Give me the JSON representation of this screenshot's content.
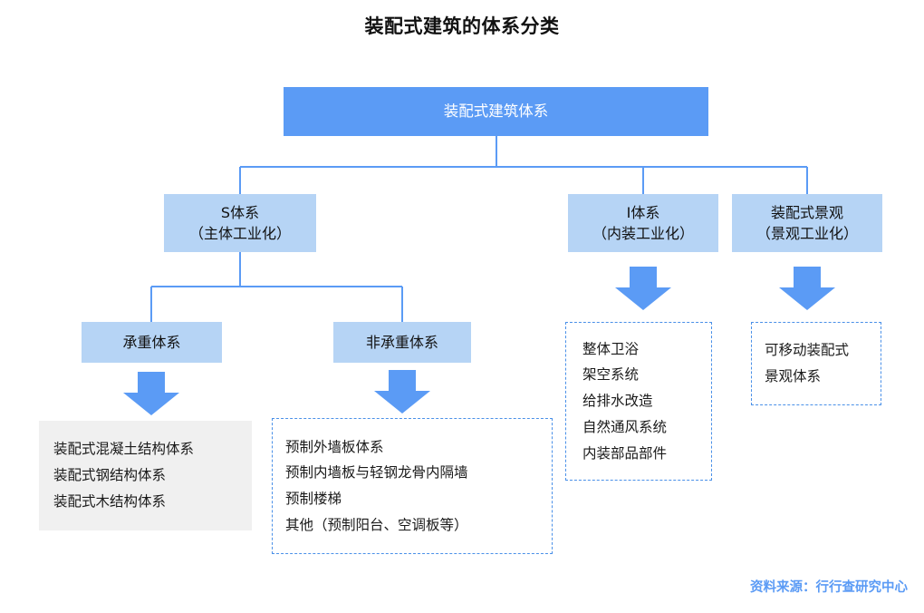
{
  "title": "装配式建筑的体系分类",
  "root": {
    "label": "装配式建筑体系",
    "color": "#5b9bf5",
    "text_color": "#ffffff"
  },
  "branches": [
    {
      "id": "s-system",
      "line1": "S体系",
      "line2": "（主体工业化）",
      "color": "#b6d4f5"
    },
    {
      "id": "i-system",
      "line1": "I体系",
      "line2": "（内装工业化）",
      "color": "#b6d4f5"
    },
    {
      "id": "landscape",
      "line1": "装配式景观",
      "line2": "（景观工业化）",
      "color": "#b6d4f5"
    }
  ],
  "sub_branches": [
    {
      "id": "bearing",
      "label": "承重体系",
      "color": "#b6d4f5"
    },
    {
      "id": "non-bearing",
      "label": "非承重体系",
      "color": "#b6d4f5"
    }
  ],
  "leaves": {
    "bearing": {
      "style": "solid-gray",
      "bg": "#f0f0f0",
      "items": [
        "装配式混凝土结构体系",
        "装配式钢结构体系",
        "装配式木结构体系"
      ]
    },
    "non_bearing": {
      "style": "dashed-blue",
      "border": "#4a90e8",
      "items": [
        "预制外墙板体系",
        "预制内墙板与轻钢龙骨内隔墙",
        "预制楼梯",
        "其他（预制阳台、空调板等）"
      ]
    },
    "interior": {
      "style": "dashed-blue",
      "border": "#4a90e8",
      "items": [
        "整体卫浴",
        "架空系统",
        "给排水改造",
        "自然通风系统",
        "内装部品部件"
      ]
    },
    "landscape": {
      "style": "dashed-blue",
      "border": "#4a90e8",
      "items": [
        "可移动装配式",
        "景观体系"
      ]
    }
  },
  "arrows": {
    "color": "#5b9bf5",
    "icon": "down-arrow-icon",
    "count": 4
  },
  "connectors": {
    "color": "#5b9bf5",
    "width": 2
  },
  "source_credit": "资料来源：行行查研究中心",
  "source_color": "#5b9bf5"
}
